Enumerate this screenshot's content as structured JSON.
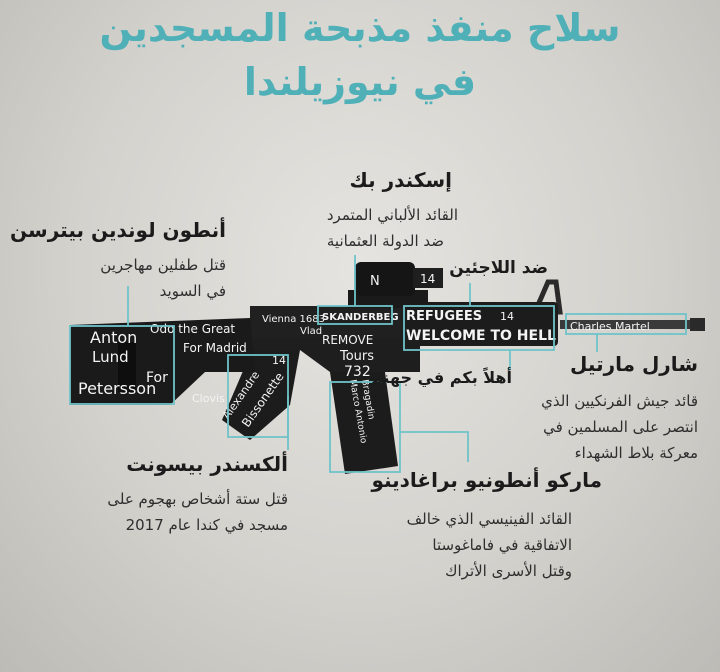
{
  "title": {
    "line1": "سلاح منفذ مذبحة المسجدين",
    "line2": "في نيوزيلندا"
  },
  "colors": {
    "title": "#4fb0b7",
    "leader_lines": "#6fc3c9",
    "gun": "#1c1c1c"
  },
  "labels": {
    "skanderbeg": {
      "name": "إسكندر بك",
      "desc": [
        "القائد الألباني المتمرد",
        "ضد الدولة العثمانية"
      ]
    },
    "anton": {
      "name": "أنطون لوندين بيترسن",
      "desc": [
        "قتل طفلين مهاجرين",
        "في السويد"
      ]
    },
    "refugees": {
      "name": "ضد اللاجئين"
    },
    "welcome": {
      "name": "أهلاً بكم في جهنم"
    },
    "charles": {
      "name": "شارل مارتيل",
      "desc": [
        "قائد جيش الفرنكيين الذي",
        "انتصر على المسلمين في",
        "معركة بلاط الشهداء"
      ]
    },
    "alexandre": {
      "name": "ألكسندر بيسونت",
      "desc": [
        "قتل ستة أشخاص بهجوم على",
        "مسجد في كندا عام 2017"
      ]
    },
    "marco": {
      "name": "ماركو أنطونيو براغادينو",
      "desc": [
        "القائد الفينيسي الذي خالف",
        "الاتفاقية في فاماغوستا",
        "وقتل الأسرى الأتراك"
      ]
    }
  },
  "gun_writing": {
    "stock_name": [
      "Anton",
      "Lund",
      "Petersson"
    ],
    "stock_for": "For",
    "odo": "Odo the Great",
    "madrid": "For Madrid",
    "vienna": "Vienna 1683",
    "alexandre": [
      "Alexandre",
      "Bissonette"
    ],
    "vlad": "Vlad",
    "clovis": "Clovis",
    "skanderbeg": "SKANDERBEG",
    "refugees": "REFUGEES",
    "welcome": "WELCOME TO HELL",
    "charles": "Charles Martel",
    "remove": "REMOVE",
    "tours": "Tours",
    "year_732": "732",
    "magazine": [
      "Marco Antonio",
      "Bragadin"
    ],
    "num_14a": "14",
    "num_14b": "14",
    "num_14c": "14",
    "scope_n": "N"
  }
}
